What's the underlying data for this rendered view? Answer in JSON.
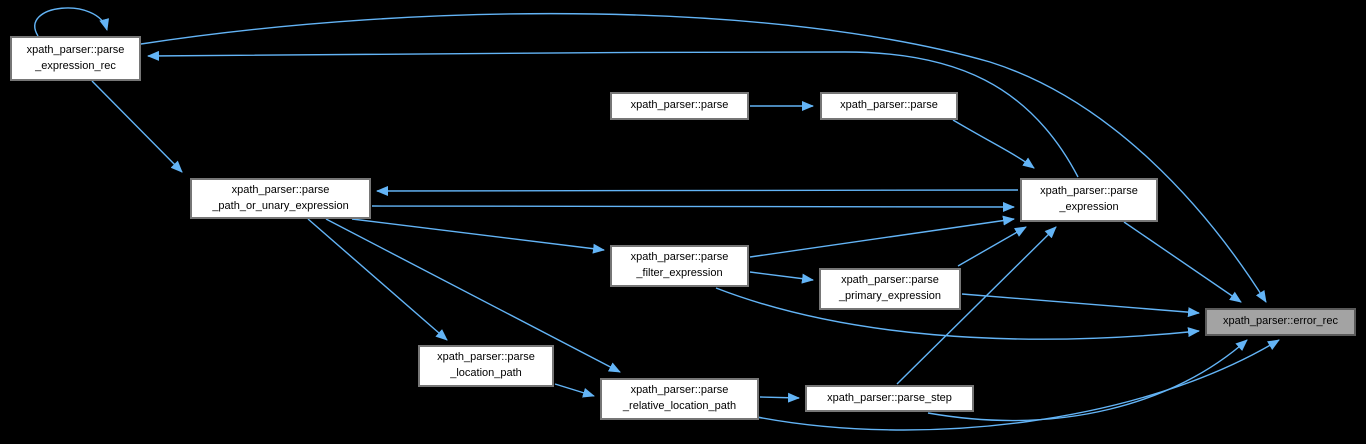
{
  "diagram": {
    "type": "call-graph",
    "colors": {
      "bg-color": "#000000",
      "edge-color": "#63b4f6",
      "node-fill": "#ffffff",
      "node-border": "#767676",
      "highlight-fill": "#a3a3a3",
      "highlight-border": "#5a5a5a",
      "text-color": "#000000"
    },
    "nodes": [
      {
        "id": "parse_expression_rec",
        "label": "xpath_parser::parse\n_expression_rec",
        "highlighted": false
      },
      {
        "id": "parse_a",
        "label": "xpath_parser::parse",
        "highlighted": false
      },
      {
        "id": "parse_b",
        "label": "xpath_parser::parse",
        "highlighted": false
      },
      {
        "id": "parse_path_or_unary_expression",
        "label": "xpath_parser::parse\n_path_or_unary_expression",
        "highlighted": false
      },
      {
        "id": "parse_filter_expression",
        "label": "xpath_parser::parse\n_filter_expression",
        "highlighted": false
      },
      {
        "id": "parse_primary_expression",
        "label": "xpath_parser::parse\n_primary_expression",
        "highlighted": false
      },
      {
        "id": "parse_expression",
        "label": "xpath_parser::parse\n_expression",
        "highlighted": false
      },
      {
        "id": "error_rec",
        "label": "xpath_parser::error_rec",
        "highlighted": true
      },
      {
        "id": "parse_location_path",
        "label": "xpath_parser::parse\n_location_path",
        "highlighted": false
      },
      {
        "id": "parse_relative_location_path",
        "label": "xpath_parser::parse\n_relative_location_path",
        "highlighted": false
      },
      {
        "id": "parse_step",
        "label": "xpath_parser::parse_step",
        "highlighted": false
      }
    ],
    "edges": [
      {
        "from": "parse_expression_rec",
        "to": "parse_expression_rec"
      },
      {
        "from": "parse_expression_rec",
        "to": "parse_path_or_unary_expression"
      },
      {
        "from": "parse_expression_rec",
        "to": "error_rec"
      },
      {
        "from": "parse_expression",
        "to": "parse_expression_rec"
      },
      {
        "from": "parse_expression",
        "to": "parse_path_or_unary_expression"
      },
      {
        "from": "parse_expression",
        "to": "error_rec"
      },
      {
        "from": "parse_path_or_unary_expression",
        "to": "parse_expression"
      },
      {
        "from": "parse_path_or_unary_expression",
        "to": "parse_filter_expression"
      },
      {
        "from": "parse_path_or_unary_expression",
        "to": "parse_location_path"
      },
      {
        "from": "parse_path_or_unary_expression",
        "to": "parse_relative_location_path"
      },
      {
        "from": "parse_filter_expression",
        "to": "parse_primary_expression"
      },
      {
        "from": "parse_filter_expression",
        "to": "parse_expression"
      },
      {
        "from": "parse_filter_expression",
        "to": "error_rec"
      },
      {
        "from": "parse_primary_expression",
        "to": "parse_expression"
      },
      {
        "from": "parse_primary_expression",
        "to": "error_rec"
      },
      {
        "from": "parse_a",
        "to": "parse_b"
      },
      {
        "from": "parse_b",
        "to": "parse_expression"
      },
      {
        "from": "parse_location_path",
        "to": "parse_relative_location_path"
      },
      {
        "from": "parse_relative_location_path",
        "to": "parse_step"
      },
      {
        "from": "parse_relative_location_path",
        "to": "error_rec"
      },
      {
        "from": "parse_step",
        "to": "parse_expression"
      },
      {
        "from": "parse_step",
        "to": "error_rec"
      }
    ]
  }
}
